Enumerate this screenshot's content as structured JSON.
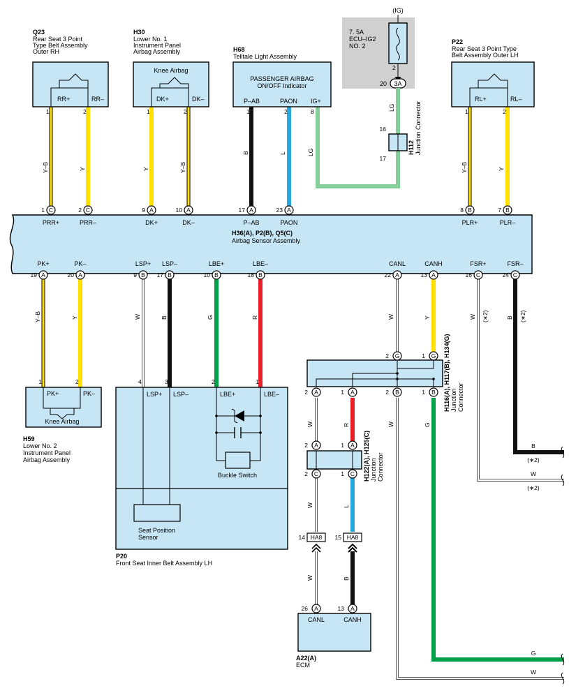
{
  "colors": {
    "box_fill": "#c6e6f6",
    "fuse_block": "#d0d0d0",
    "wire_Y": "#ffe000",
    "wire_B": "#111111",
    "wire_L": "#29a8e0",
    "wire_LG": "#86cf9a",
    "wire_G": "#00a04a",
    "wire_R": "#e8202a",
    "wire_W": "#ffffff"
  },
  "fuse": {
    "ig": "(IG)",
    "rating": "7. 5A",
    "name": "ECU–IG2",
    "no": "NO. 2",
    "pin2": "2",
    "pin20": "20",
    "conn": "3A"
  },
  "q23": {
    "code": "Q23",
    "l1": "Rear Seat 3 Point",
    "l2": "Type Belt Assembly",
    "l3": "Outer RH",
    "t1": "RR+",
    "t2": "RR–",
    "p1": "1",
    "p2": "2"
  },
  "h30": {
    "code": "H30",
    "l1": "Lower No. 1",
    "l2": "Instrument Panel",
    "l3": "Airbag Assembly",
    "inner": "Knee Airbag",
    "t1": "DK+",
    "t2": "DK–",
    "p1": "1",
    "p2": "2"
  },
  "h68": {
    "code": "H68",
    "l1": "Telltale Light Assembly",
    "inner1": "PASSENGER AIRBAG",
    "inner2": "ON/OFF Indicator",
    "t1": "P–AB",
    "t2": "PAON",
    "t3": "IG+",
    "p1": "1",
    "p2": "2",
    "p3": "8"
  },
  "p22": {
    "code": "P22",
    "l1": "Rear Seat 3 Point Type",
    "l2": "Belt Assembly Outer LH",
    "t1": "RL+",
    "t2": "RL–",
    "p1": "1",
    "p2": "2"
  },
  "h112": {
    "code": "H112",
    "label": "Junction Connector",
    "p16": "16",
    "p17": "17"
  },
  "sensor": {
    "code": "H36(A), P2(B), Q5(C)",
    "name": "Airbag Sensor Assembly",
    "top_pins": [
      {
        "num": "1",
        "conn": "C",
        "label": "PRR+"
      },
      {
        "num": "2",
        "conn": "C",
        "label": "PRR–"
      },
      {
        "num": "9",
        "conn": "A",
        "label": "DK+"
      },
      {
        "num": "10",
        "conn": "A",
        "label": "DK–"
      },
      {
        "num": "17",
        "conn": "A",
        "label": "P–AB"
      },
      {
        "num": "23",
        "conn": "A",
        "label": "PAON"
      },
      {
        "num": "8",
        "conn": "B",
        "label": "PLR+"
      },
      {
        "num": "7",
        "conn": "B",
        "label": "PLR–"
      }
    ],
    "bottom_pins": [
      {
        "num": "19",
        "conn": "A",
        "label": "PK+"
      },
      {
        "num": "20",
        "conn": "A",
        "label": "PK–"
      },
      {
        "num": "9",
        "conn": "B",
        "label": "LSP+"
      },
      {
        "num": "17",
        "conn": "B",
        "label": "LSP–"
      },
      {
        "num": "10",
        "conn": "B",
        "label": "LBE+"
      },
      {
        "num": "18",
        "conn": "B",
        "label": "LBE–"
      },
      {
        "num": "22",
        "conn": "A",
        "label": "CANL"
      },
      {
        "num": "13",
        "conn": "A",
        "label": "CANH"
      },
      {
        "num": "16",
        "conn": "C",
        "label": "FSR+"
      },
      {
        "num": "24",
        "conn": "C",
        "label": "FSR–"
      }
    ]
  },
  "wire_labels": {
    "q23_1": "Y–B",
    "q23_2": "Y",
    "h30_1": "Y",
    "h30_2": "Y–B",
    "h68_1": "B",
    "h68_2": "L",
    "h68_8": "LG",
    "fuse_lg": "LG",
    "p22_1": "Y–B",
    "p22_2": "Y",
    "pk_plus": "Y–B",
    "pk_minus": "Y",
    "lsp_plus": "W",
    "lsp_minus": "B",
    "lbe_plus": "G",
    "lbe_minus": "R",
    "canl": "W",
    "canh": "Y",
    "fsr_plus": "W",
    "fsr_minus": "B",
    "fsr_note": "(∗2)",
    "jc1_2A": "W",
    "jc1_1A": "R",
    "jc1_2B": "W",
    "jc1_1B": "G",
    "jc2_2C": "W",
    "jc2_1C": "L",
    "ha8_14": "W",
    "ha8_15": "B",
    "right_b": "B",
    "right_w": "W",
    "right_note": "(∗2)",
    "bottom_g": "G",
    "bottom_w": "W"
  },
  "h59": {
    "code": "H59",
    "l1": "Lower No. 2",
    "l2": "Instrument Panel",
    "l3": "Airbag Assembly",
    "inner": "Knee Airbag",
    "t1": "PK+",
    "t2": "PK–",
    "p1": "1",
    "p2": "2"
  },
  "p20": {
    "code": "P20",
    "name": "Front Seat Inner Belt Assembly LH",
    "t1": "LSP+",
    "t2": "LSP–",
    "t3": "LBE+",
    "t4": "LBE–",
    "p4": "4",
    "p3": "3",
    "p2": "2",
    "p1": "1",
    "buckle": "Buckle Switch",
    "seat1": "Seat Position",
    "seat2": "Sensor"
  },
  "jc1": {
    "code": "H116(A), H117(B), H134(G)",
    "label1": "Junction",
    "label2": "Connector",
    "top2": "2",
    "top1": "1",
    "topconn": "G",
    "b2A": "2",
    "b1A": "1",
    "b2B": "2",
    "b1B": "1"
  },
  "jc2": {
    "code": "H122(A), H125(C)",
    "label1": "Junction",
    "label2": "Connector",
    "t2": "2",
    "t1": "1",
    "b2": "2",
    "b1": "1"
  },
  "ha8": {
    "p14": "14",
    "p15": "15",
    "name": "HA8"
  },
  "ecm": {
    "code": "A22(A)",
    "name": "ECM",
    "t1": "CANL",
    "t2": "CANH",
    "p26": "26",
    "p13": "13"
  }
}
